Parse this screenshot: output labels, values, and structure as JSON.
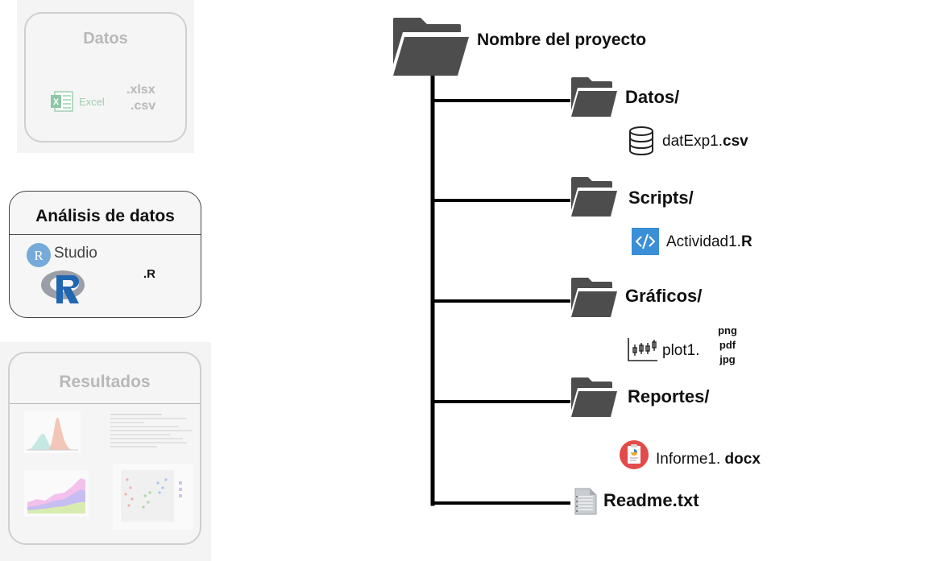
{
  "left_panel": {
    "datos_card": {
      "title": "Datos",
      "excel_label": "Excel",
      "extensions": [
        ".xlsx",
        ".csv"
      ]
    },
    "analisis_card": {
      "title": "Análisis de datos",
      "rstudio_label": "Studio",
      "rstudio_mark": "R",
      "extension": ".R"
    },
    "resultados_card": {
      "title": "Resultados"
    }
  },
  "tree": {
    "root_label": "Nombre del proyecto",
    "folders": [
      {
        "label": "Datos/",
        "file_name": "datExp1.",
        "file_ext": "csv",
        "icon": "database-icon"
      },
      {
        "label": "Scripts/",
        "file_name": "Actividad1.",
        "file_ext": "R",
        "icon": "code-file-icon"
      },
      {
        "label": "Gráficos/",
        "file_name": "plot1.",
        "file_exts": [
          "png",
          "pdf",
          "jpg"
        ],
        "icon": "candlestick-chart-icon"
      },
      {
        "label": "Reportes/",
        "file_name": "Informe1. ",
        "file_ext": "docx",
        "icon": "report-icon"
      }
    ],
    "readme": {
      "label": "Readme.txt",
      "icon": "text-file-icon"
    }
  },
  "colors": {
    "folder": "#4d4d4d",
    "tree_line": "#000000",
    "code_icon": "#3a8fd6",
    "report_icon": "#e34a4a",
    "r_blue": "#2166b0"
  }
}
